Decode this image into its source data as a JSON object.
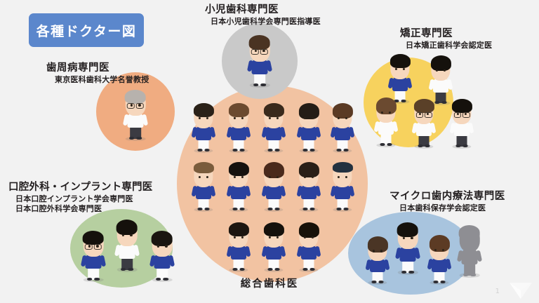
{
  "slide": {
    "title_badge": "各種ドクター図",
    "page_number": "1",
    "logo_name": "tri-fold-corner-logo"
  },
  "colors": {
    "background": "#f2f2f2",
    "title_badge": "#5b87cc",
    "title_text": "#ffffff",
    "circle_main": "#f2c3a2",
    "circle_perio": "#f0ac81",
    "circle_pedo": "#c9c9c9",
    "circle_ortho": "#f7d25e",
    "circle_oral": "#b6cfa0",
    "circle_endo": "#a8c4de",
    "label_text": "#231f20",
    "uniform_blue": "#2b42a0",
    "coat_white": "#fbfbfb"
  },
  "groups": [
    {
      "id": "general-dentist",
      "name": "総合歯科医",
      "title": "総合歯科医",
      "subtitles": [],
      "circle_color": "#f2c3a2",
      "member_count": 13,
      "attire": "blue-uniform",
      "rows": [
        5,
        5,
        3
      ]
    },
    {
      "id": "periodontist",
      "name": "歯周病専門医",
      "title": "歯周病専門医",
      "subtitles": [
        "東京医科歯科大学名誉教授"
      ],
      "circle_color": "#f0ac81",
      "member_count": 1,
      "attire": "white-coat"
    },
    {
      "id": "pediatric-dentist",
      "name": "小児歯科専門医",
      "title": "小児歯科専門医",
      "subtitles": [
        "日本小児歯科学会専門医指導医"
      ],
      "circle_color": "#c9c9c9",
      "member_count": 1,
      "attire": "blue-uniform"
    },
    {
      "id": "orthodontist",
      "name": "矯正専門医",
      "title": "矯正専門医",
      "subtitles": [
        "日本矯正歯科学会認定医"
      ],
      "circle_color": "#f7d25e",
      "member_count": 5,
      "attire": "white-coat"
    },
    {
      "id": "oral-surgeon-implant",
      "name": "口腔外科・インプラント専門医",
      "title": "口腔外科・インプラント専門医",
      "subtitles": [
        "日本口腔インプラント学会専門医",
        "日本口腔外科学会専門医"
      ],
      "circle_color": "#b6cfa0",
      "member_count": 3,
      "attire": "mixed"
    },
    {
      "id": "micro-endodontist",
      "name": "マイクロ歯内療法専門医",
      "title": "マイクロ歯内療法専門医",
      "subtitles": [
        "日本歯科保存学会認定医"
      ],
      "circle_color": "#a8c4de",
      "member_count": 4,
      "attire": "blue-uniform"
    }
  ]
}
